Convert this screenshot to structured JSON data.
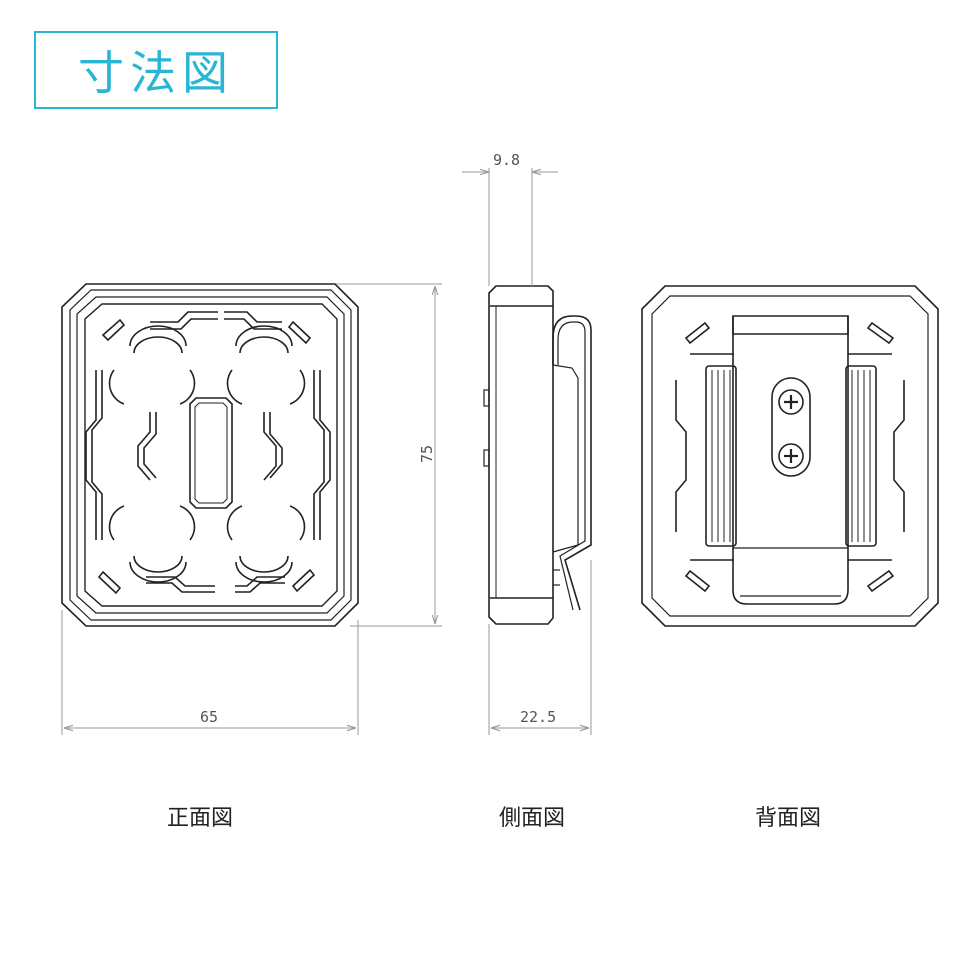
{
  "title": "寸法図",
  "colors": {
    "title_accent": "#29b6d4",
    "line": "#222222",
    "dim_line": "#9a9a9a"
  },
  "dimensions": {
    "front_width": "65",
    "front_height": "75",
    "side_thickness_top": "9.8",
    "side_depth_total": "22.5"
  },
  "views": {
    "front": "正面図",
    "side": "側面図",
    "back": "背面図"
  },
  "icons": [
    "screw-icon",
    "screw-icon"
  ]
}
